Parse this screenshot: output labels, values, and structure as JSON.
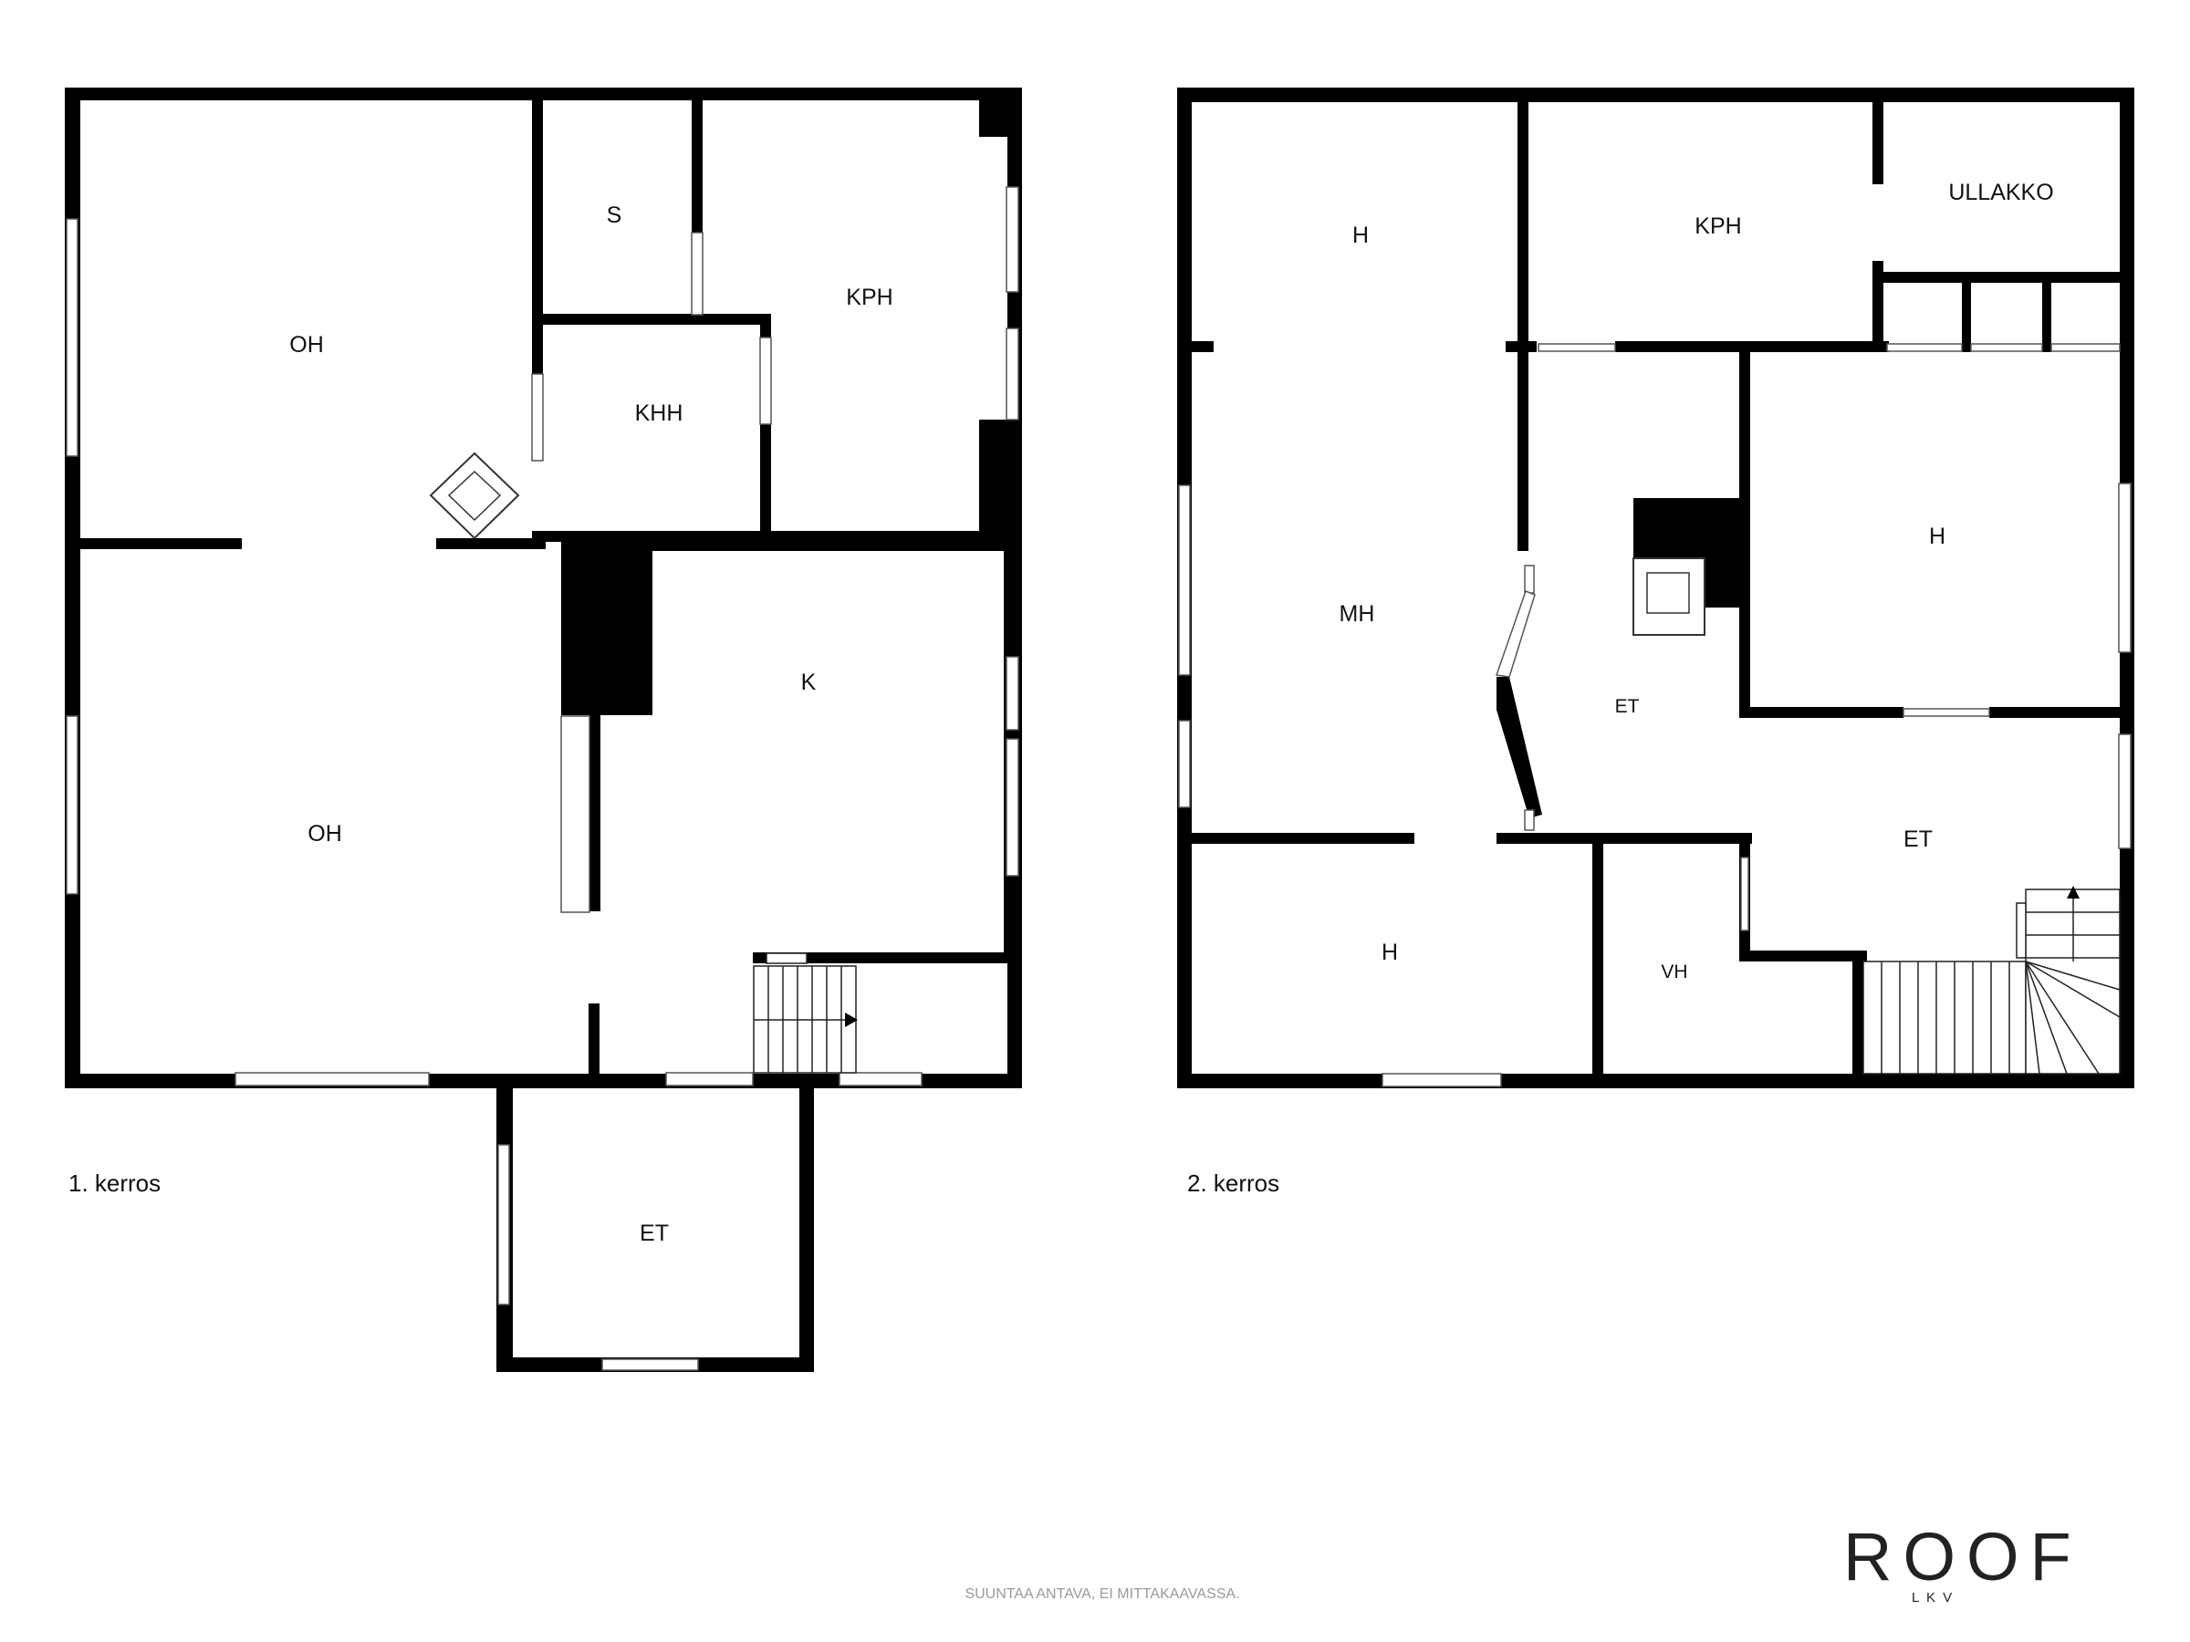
{
  "floors": [
    {
      "label": "1. kerros",
      "rooms": [
        "OH",
        "S",
        "KPH",
        "KHH",
        "OH",
        "K",
        "ET"
      ]
    },
    {
      "label": "2. kerros",
      "rooms": [
        "H",
        "KPH",
        "ULLAKKO",
        "MH",
        "H",
        "ET",
        "ET",
        "H",
        "VH"
      ]
    }
  ],
  "disclaimer": "SUUNTAA ANTAVA, EI MITTAKAAVASSA.",
  "logo": {
    "main": "ROOF",
    "sub": "L  K  V"
  }
}
